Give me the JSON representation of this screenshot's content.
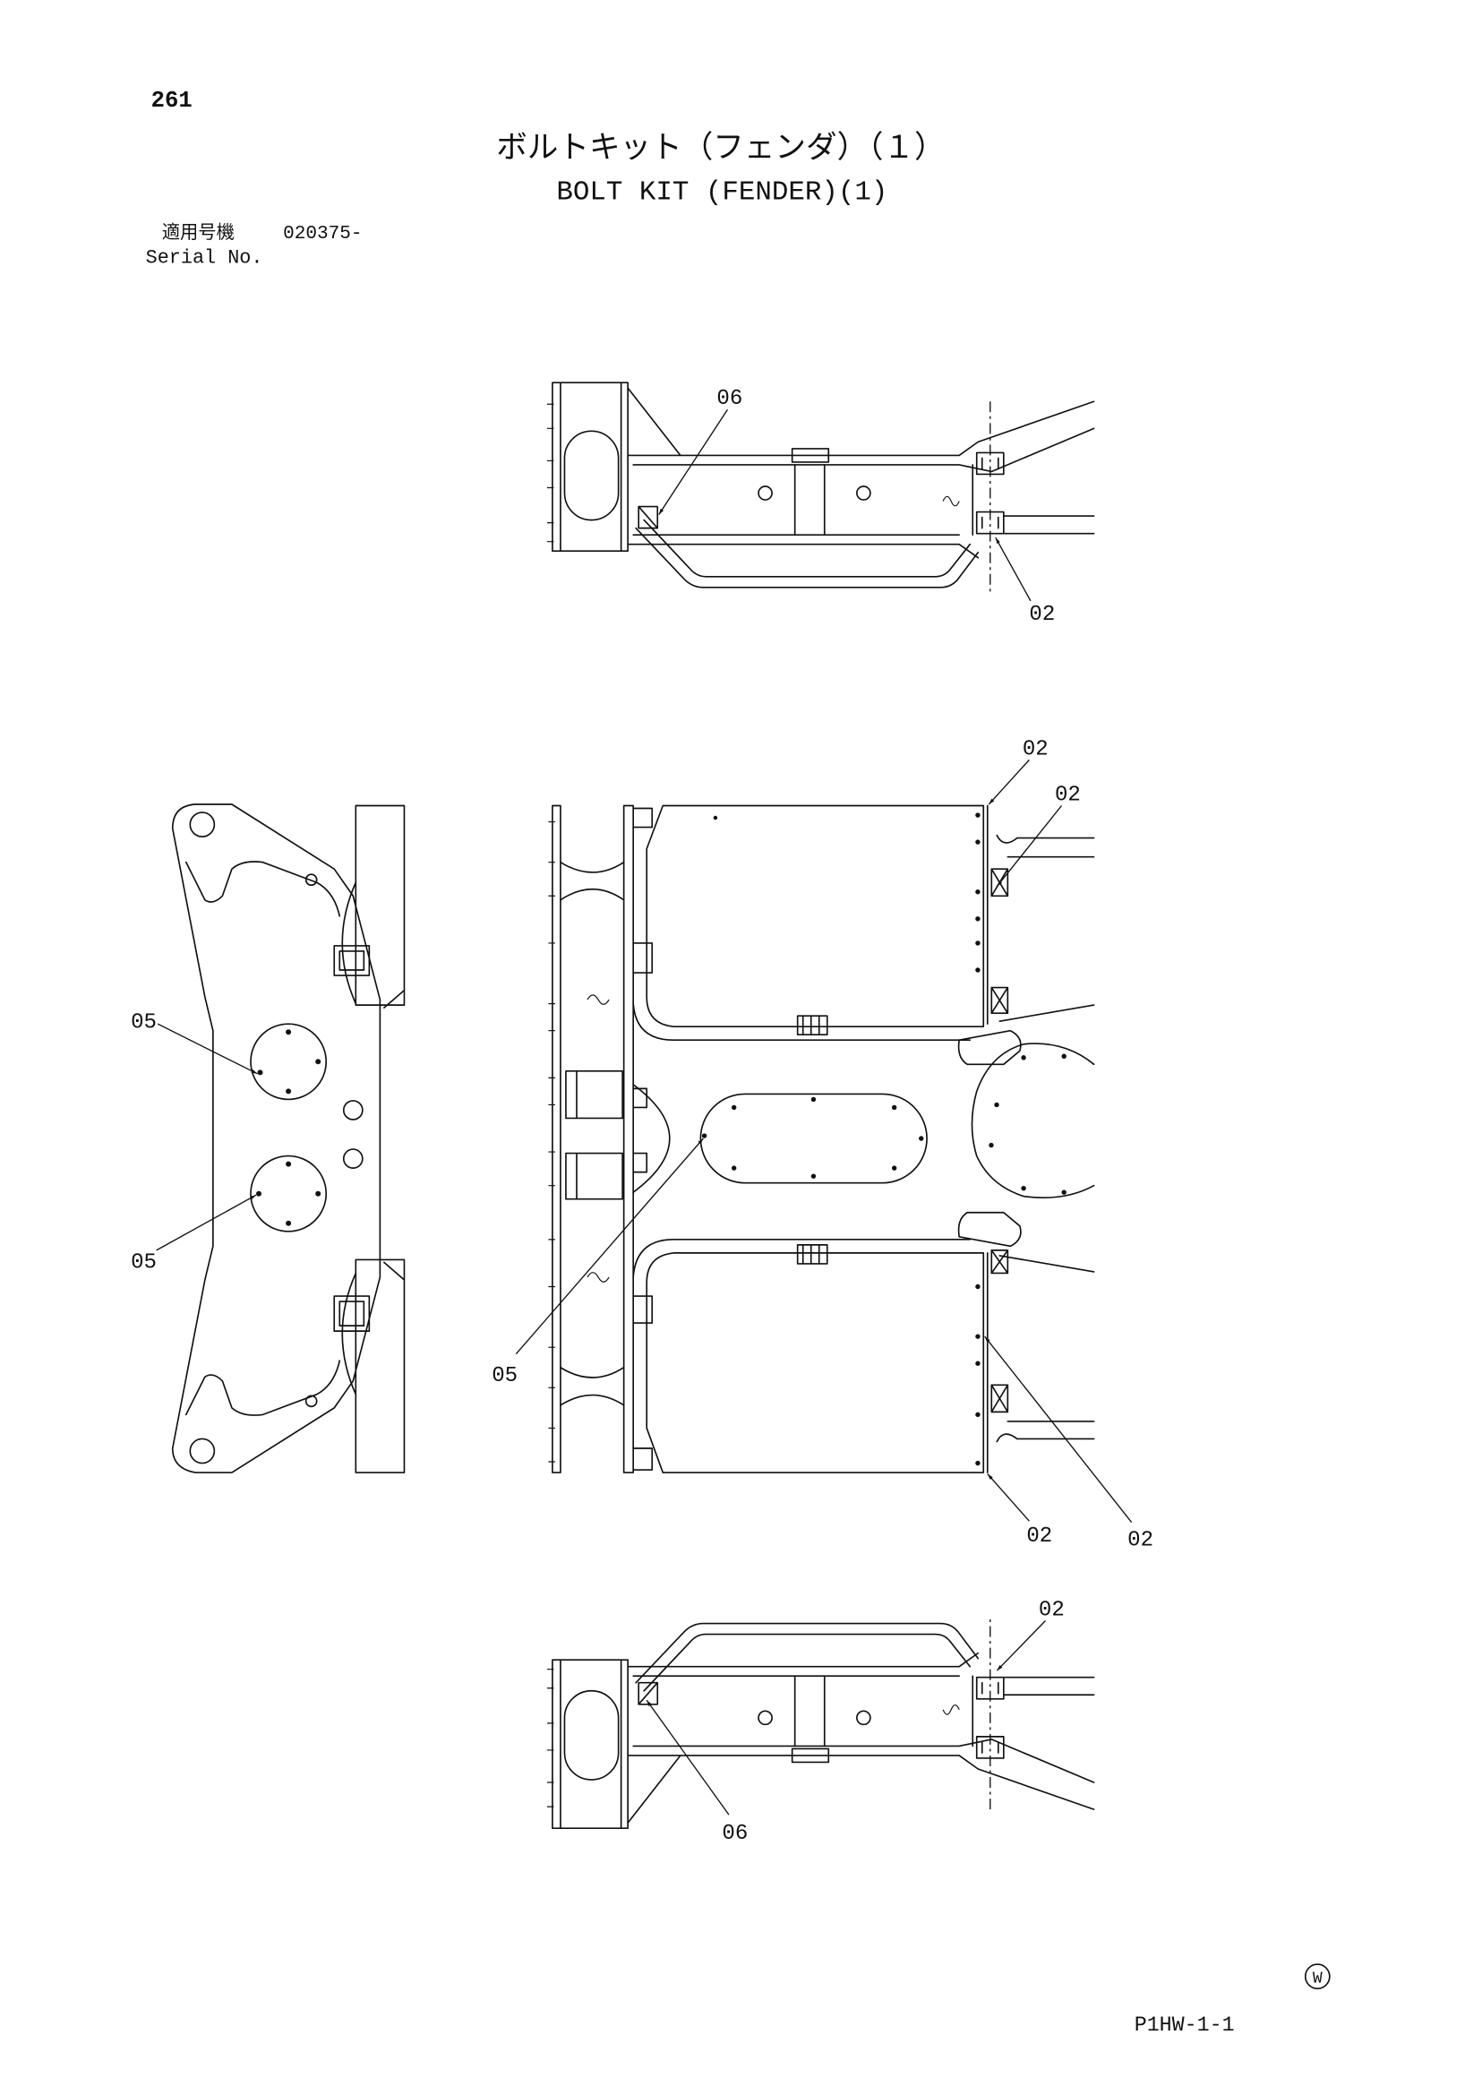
{
  "page_number": "261",
  "title": {
    "ja": "ボルトキット（フェンダ）（１）",
    "en": "BOLT KIT (FENDER)(1)"
  },
  "serial": {
    "label_ja": "適用号機",
    "value": "020375-",
    "label_en": "Serial No."
  },
  "callouts": {
    "top_view": [
      "06",
      "02"
    ],
    "side_view": [
      "05",
      "05"
    ],
    "plan_view": [
      "02",
      "02",
      "05",
      "02",
      "02"
    ],
    "bottom_view": [
      "02",
      "06"
    ]
  },
  "footer": {
    "mark": "W",
    "code": "P1HW-1-1"
  }
}
